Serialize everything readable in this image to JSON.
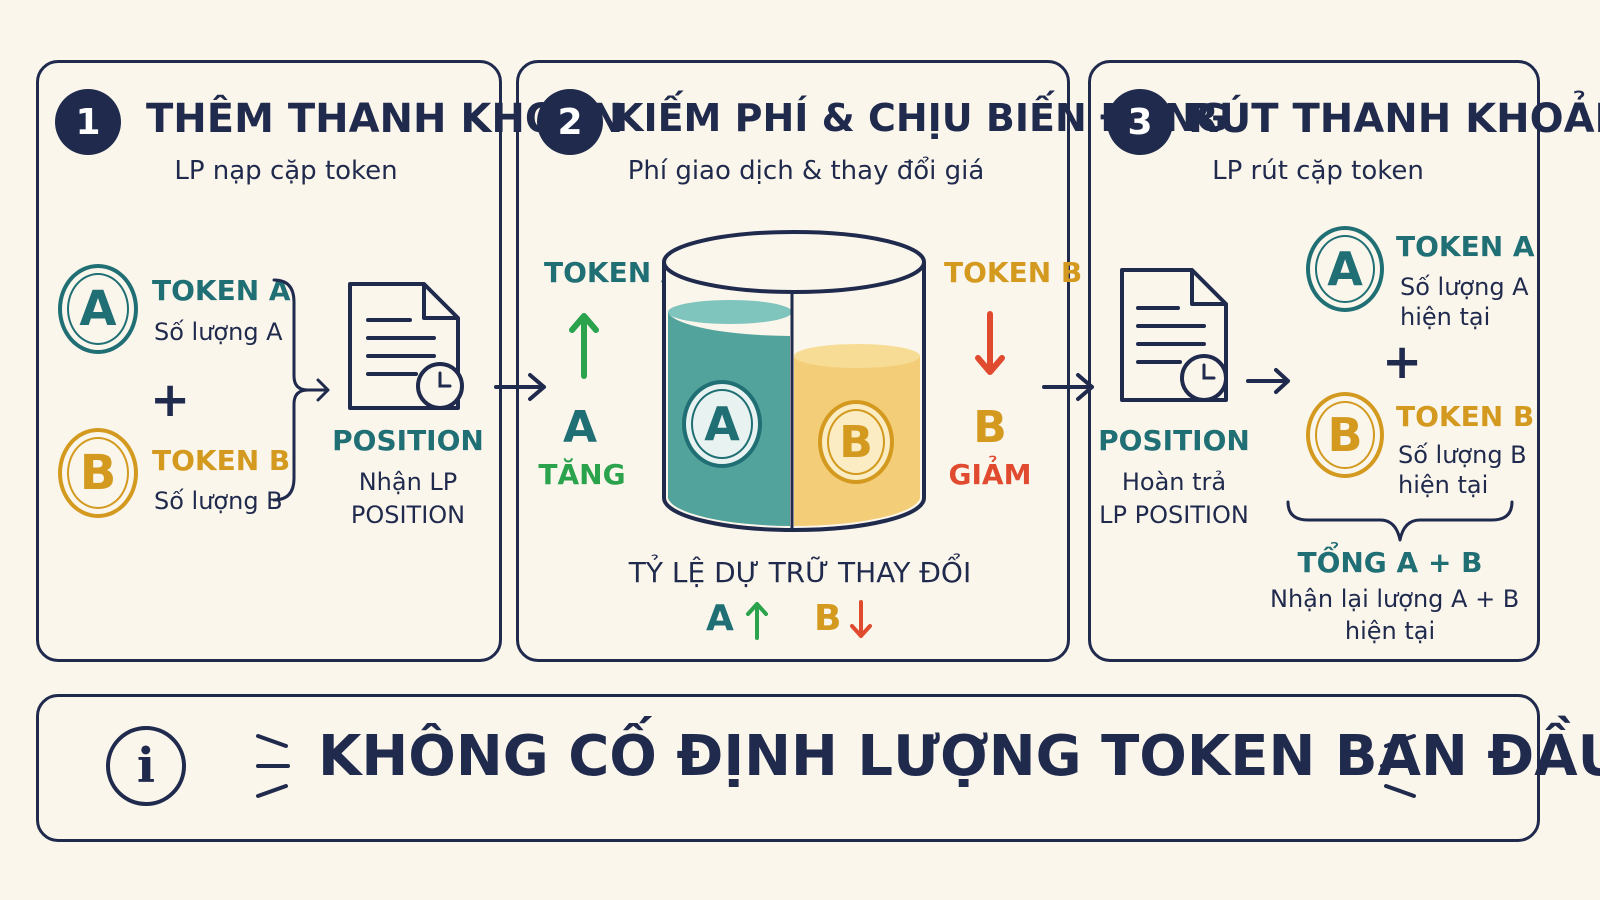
{
  "step1": {
    "number": "1",
    "title": "THÊM THANH KHOẢN",
    "subtitle": "LP nạp cặp token",
    "coin_a": "A",
    "coin_b": "B",
    "token_a_label": "TOKEN A",
    "token_a_desc": "Số lượng A",
    "plus": "+",
    "token_b_label": "TOKEN B",
    "token_b_desc": "Số lượng B",
    "position_label": "POSITION",
    "position_desc_1": "Nhận LP",
    "position_desc_2": "POSITION"
  },
  "step2": {
    "number": "2",
    "title": "KIẾM PHÍ & CHỊU BIẾN ĐỘNG",
    "subtitle": "Phí giao dịch & thay đổi giá",
    "token_a_label": "TOKEN A",
    "token_a_letter": "A",
    "token_a_change": "TĂNG",
    "token_b_label": "TOKEN B",
    "token_b_letter": "B",
    "token_b_change": "GIẢM",
    "pool_a": "A",
    "pool_b": "B",
    "reserve_caption": "TỶ LỆ DỰ TRỮ THAY ĐỔI",
    "reserve_a": "A",
    "reserve_b": "B"
  },
  "step3": {
    "number": "3",
    "title": "RÚT THANH KHOẢN",
    "subtitle": "LP rút cặp token",
    "position_label": "POSITION",
    "position_desc_1": "Hoàn trả",
    "position_desc_2": "LP POSITION",
    "coin_a": "A",
    "coin_b": "B",
    "token_a_label": "TOKEN A",
    "token_a_desc_1": "Số lượng A",
    "token_a_desc_2": "hiện tại",
    "plus": "+",
    "token_b_label": "TOKEN B",
    "token_b_desc_1": "Số lượng B",
    "token_b_desc_2": "hiện tại",
    "total_label": "TỔNG A + B",
    "total_desc_1": "Nhận lại lượng A + B",
    "total_desc_2": "hiện tại"
  },
  "note": {
    "icon": "i",
    "text": "KHÔNG CỐ ĐỊNH LƯỢNG TOKEN BAN ĐẦU"
  },
  "colors": {
    "ink": "#1f2a4d",
    "token_a": "#1f6f74",
    "token_b": "#d39a1f",
    "up": "#2ba24c",
    "down": "#e04a2f",
    "background": "#fbf6ec"
  }
}
